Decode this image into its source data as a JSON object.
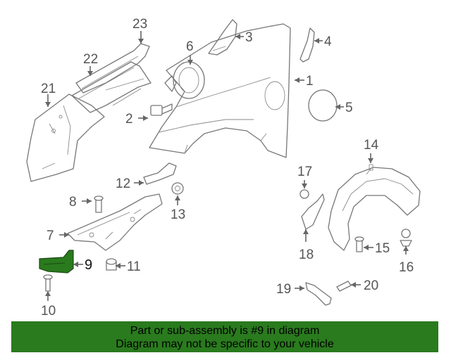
{
  "diagram": {
    "highlight_color": "#2a7a1e",
    "labels": {
      "p1": "1",
      "p2": "2",
      "p3": "3",
      "p4": "4",
      "p5": "5",
      "p6": "6",
      "p7": "7",
      "p8": "8",
      "p9": "9",
      "p10": "10",
      "p11": "11",
      "p12": "12",
      "p13": "13",
      "p14": "14",
      "p15": "15",
      "p16": "16",
      "p17": "17",
      "p18": "18",
      "p19": "19",
      "p20": "20",
      "p21": "21",
      "p22": "22",
      "p23": "23"
    }
  },
  "banner": {
    "line1": "Part or sub-assembly is #9 in diagram",
    "line2": "Diagram may not be specific to your vehicle",
    "background": "#2a7a1e"
  }
}
